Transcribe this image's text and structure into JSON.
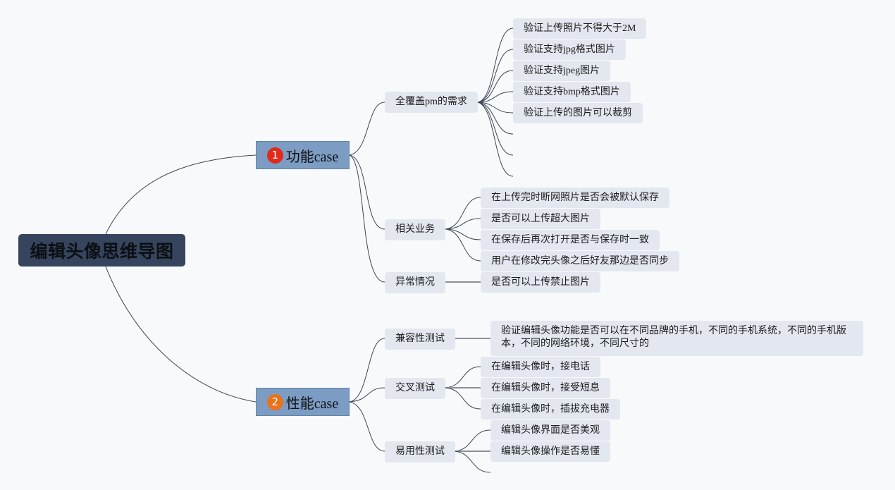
{
  "root": {
    "label": "编辑头像思维导图"
  },
  "branches": [
    {
      "number": "1",
      "label": "功能case",
      "badge_color": "#e02a1a",
      "children": [
        {
          "label": "全覆盖pm的需求",
          "items": [
            "验证上传照片不得大于2M",
            "验证支持jpg格式图片",
            "验证支持jpeg图片",
            "验证支持bmp格式图片",
            "验证上传的图片可以裁剪",
            "",
            "",
            ""
          ]
        },
        {
          "label": "相关业务",
          "items": [
            "在上传完时断网照片是否会被默认保存",
            "是否可以上传超大图片",
            "在保存后再次打开是否与保存时一致",
            "用户在修改完头像之后好友那边是否同步"
          ]
        },
        {
          "label": "异常情况",
          "items": [
            "是否可以上传禁止图片"
          ]
        }
      ]
    },
    {
      "number": "2",
      "label": "性能case",
      "badge_color": "#e8731c",
      "children": [
        {
          "label": "兼容性测试",
          "items": [
            "验证编辑头像功能是否可以在不同品牌的手机，不同的手机系统，不同的手机版本，不同的网络环境，不同尺寸的"
          ]
        },
        {
          "label": "交叉测试",
          "items": [
            "在编辑头像时，接电话",
            "在编辑头像时，接受短息",
            "在编辑头像时，插拔充电器"
          ]
        },
        {
          "label": "易用性测试",
          "items": [
            "编辑头像界面是否美观",
            "编辑头像操作是否易懂",
            ""
          ]
        }
      ]
    }
  ]
}
